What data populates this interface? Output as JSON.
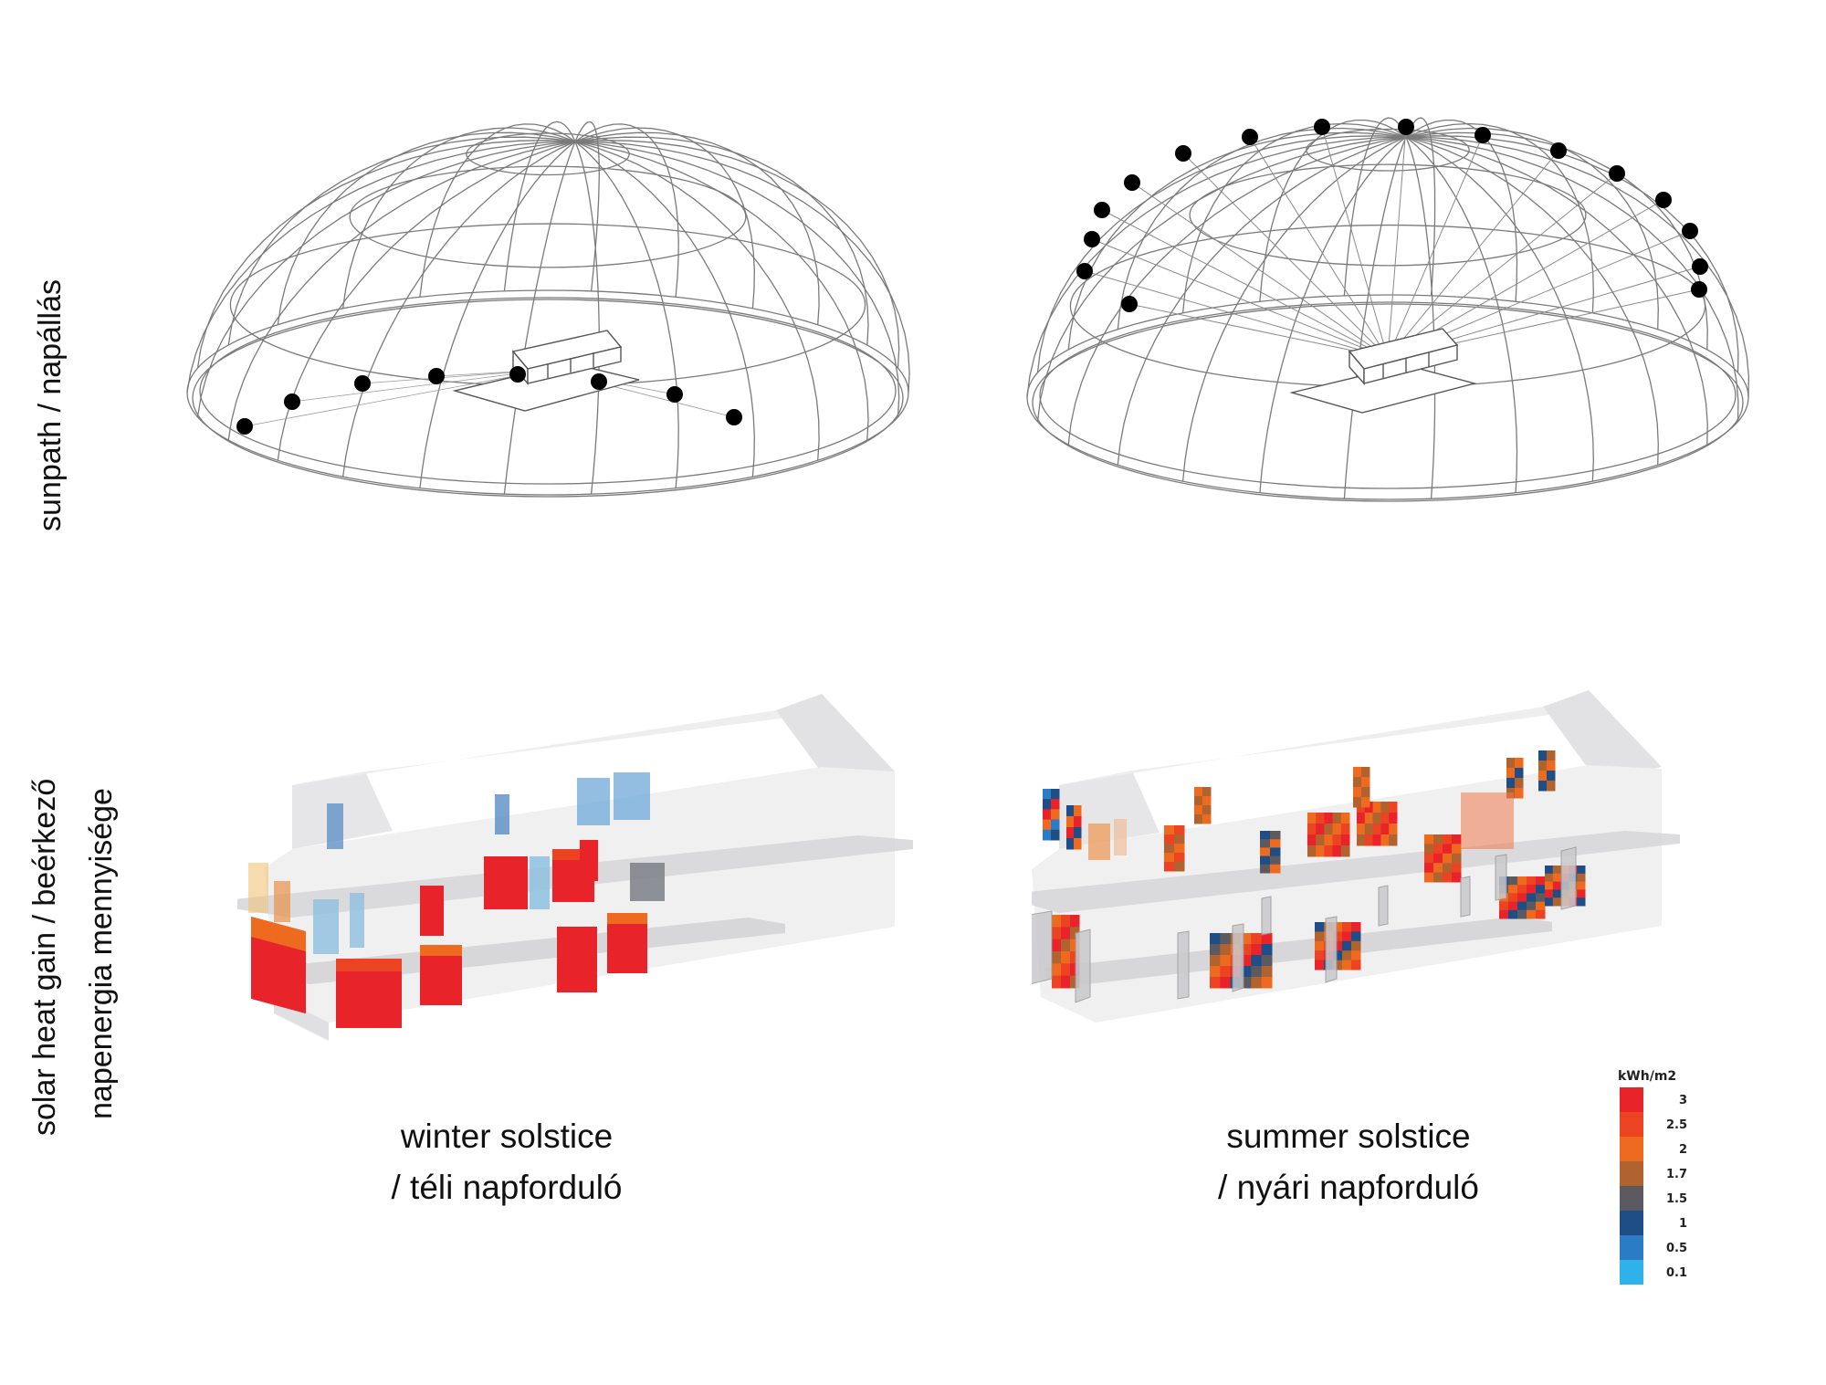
{
  "labels": {
    "row1": "sunpath / napállás",
    "row2_line1": "solar heat gain / beérkező",
    "row2_line2": "napenergia mennyisége"
  },
  "captions": {
    "winter_line1": "winter solstice",
    "winter_line2": "/ téli napforduló",
    "summer_line1": "summer solstice",
    "summer_line2": "/ nyári napforduló"
  },
  "legend": {
    "unit": "kWh/m2",
    "entries": [
      {
        "label": "3",
        "color": "#e8232a"
      },
      {
        "label": "2.5",
        "color": "#ec4323"
      },
      {
        "label": "2",
        "color": "#ee6a1f"
      },
      {
        "label": "1.7",
        "color": "#b0632f"
      },
      {
        "label": "1.5",
        "color": "#5a5a60"
      },
      {
        "label": "1",
        "color": "#1f4e86"
      },
      {
        "label": "0.5",
        "color": "#2a7cc4"
      },
      {
        "label": "0.1",
        "color": "#2fb1e9"
      }
    ]
  },
  "sun_positions": {
    "winter": 8,
    "summer": 16
  }
}
